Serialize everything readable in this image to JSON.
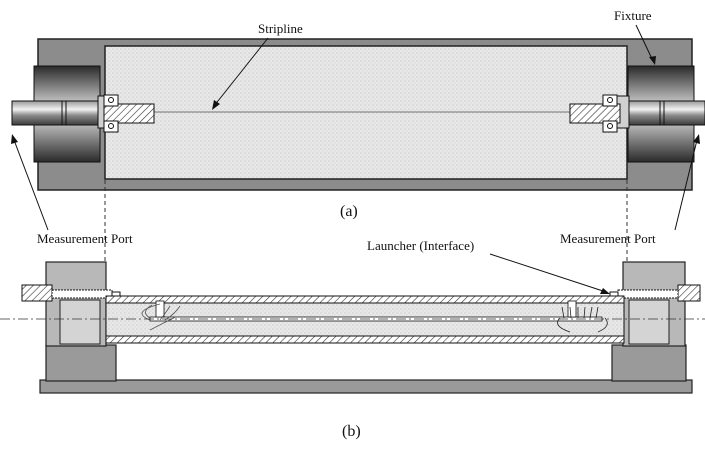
{
  "labels": {
    "stripline": "Stripline",
    "fixture": "Fixture",
    "measurement_port_left": "Measurement Port",
    "measurement_port_right": "Measurement Port",
    "launcher": "Launcher (Interface)"
  },
  "captions": {
    "top_view": "(a)",
    "side_view": "(b)"
  },
  "colors": {
    "frame": "#8c8c8c",
    "substrate": "#e6e6e6",
    "outline": "#222222",
    "cable": "#7a7a7a",
    "dark_body": "#3a3a3a",
    "block": "#b5b5b5"
  }
}
